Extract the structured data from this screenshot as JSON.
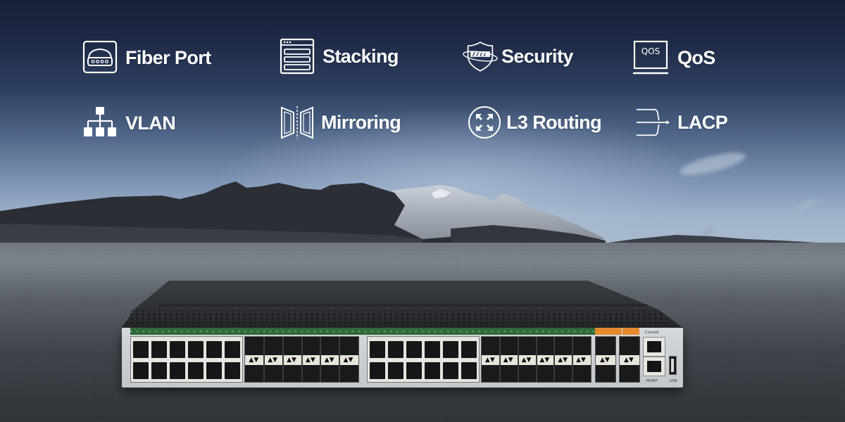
{
  "banner": {
    "features": [
      {
        "label": "Fiber Port",
        "icon": "fiber-port-icon"
      },
      {
        "label": "Stacking",
        "icon": "stacking-icon"
      },
      {
        "label": "Security",
        "icon": "shield-icon"
      },
      {
        "label": "QoS",
        "icon": "qos-icon",
        "icon_text": "QOS"
      },
      {
        "label": "VLAN",
        "icon": "vlan-tree-icon"
      },
      {
        "label": "Mirroring",
        "icon": "mirroring-icon"
      },
      {
        "label": "L3 Routing",
        "icon": "routing-icon"
      },
      {
        "label": "LACP",
        "icon": "lacp-icon"
      }
    ],
    "colors": {
      "text": "#ffffff",
      "sky_top": "#17213a",
      "sky_horizon": "#aabbd0",
      "ground": "#5a6068",
      "switch_body": "#2b2d30",
      "faceplate": "#c9cdd1",
      "status_strip": "#2e6a3a",
      "uplink_label": "#e58a2c"
    }
  },
  "switch": {
    "console_label": "Console",
    "mgmt_label": "MGMT",
    "usb_label": "USB"
  }
}
